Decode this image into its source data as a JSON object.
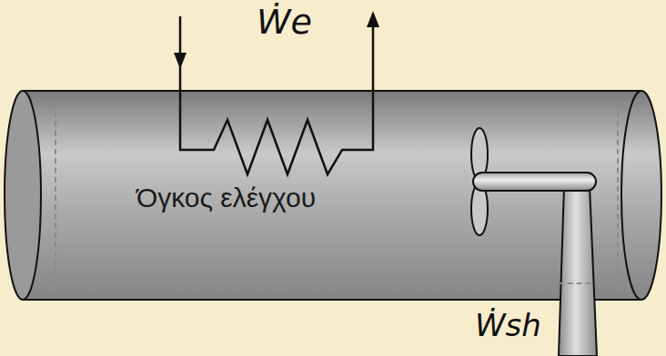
{
  "diagram": {
    "nodes": [
      {
        "text": [
          "Όγκος ελέγχου"
        ]
      }
    ],
    "labels": [
      "Ẇe",
      "Ẇsh"
    ]
  }
}
